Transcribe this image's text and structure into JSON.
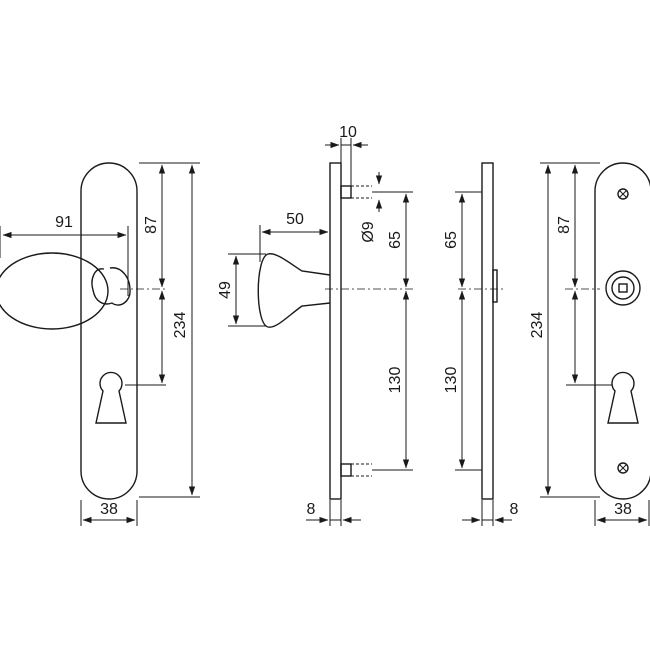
{
  "dimensions": {
    "front_knob_projection": "91",
    "front_top_to_knob": "87",
    "front_total_height": "234",
    "front_width": "38",
    "side_knob_projection": "50",
    "side_knob_diameter": "49",
    "side_screw_offset": "10",
    "side_pin_diameter": "Ø9",
    "side_upper_spacing": "65",
    "side_lower_spacing": "130",
    "side_plate_thickness": "8",
    "inner_upper_spacing": "65",
    "inner_lower_spacing": "130",
    "inner_plate_thickness": "8",
    "back_total_height": "234",
    "back_top_to_spindle": "87",
    "back_width": "38"
  },
  "colors": {
    "line": "#1a1a1a",
    "background": "#ffffff"
  }
}
